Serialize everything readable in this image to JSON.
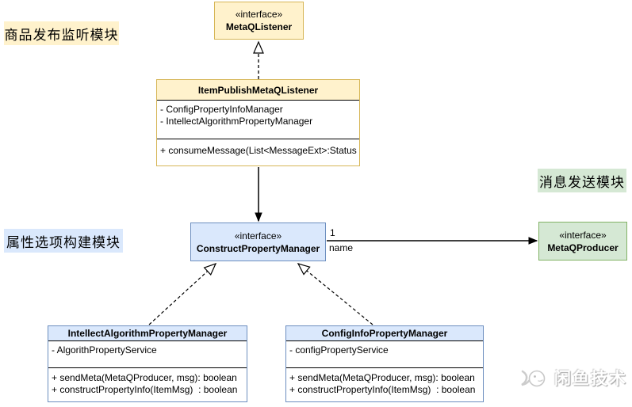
{
  "module_labels": {
    "publish_listener": "商品发布监听模块",
    "property_construct": "属性选项构建模块",
    "message_send": "消息发送模块"
  },
  "classes": {
    "metaq_listener": {
      "stereotype": "«interface»",
      "name": "MetaQListener"
    },
    "item_publish_metaq_listener": {
      "name": "ItemPublishMetaQListener",
      "attributes": [
        "- ConfigPropertyInfoManager",
        "- IntellectAlgorithmPropertyManager"
      ],
      "methods": [
        "+ consumeMessage(List<MessageExt>:Status"
      ]
    },
    "construct_property_manager": {
      "stereotype": "«interface»",
      "name": "ConstructPropertyManager"
    },
    "metaq_producer": {
      "stereotype": "«interface»",
      "name": "MetaQProducer"
    },
    "intellect_algorithm_property_manager": {
      "name": "IntellectAlgorithmPropertyManager",
      "attributes": [
        "- AlgorithPropertyService"
      ],
      "methods": [
        "+ sendMeta(MetaQProducer, msg): boolean",
        "+ constructPropertyInfo(ItemMsg)  : boolean"
      ]
    },
    "config_info_property_manager": {
      "name": "ConfigInfoPropertyManager",
      "attributes": [
        "- configPropertyService"
      ],
      "methods": [
        "+ sendMeta(MetaQProducer, msg): boolean",
        "+ constructPropertyInfo(ItemMsg)  : boolean"
      ]
    }
  },
  "edges": {
    "producer_association": {
      "multiplicity": "1",
      "role": "name"
    }
  },
  "watermark": {
    "text": "闲鱼技术"
  },
  "colors": {
    "yellow_fill": "#FFF2CC",
    "yellow_border": "#D6B656",
    "blue_fill": "#DAE8FC",
    "blue_border": "#6C8EBF",
    "green_fill": "#D5E8D4",
    "green_border": "#82B366",
    "line": "#000000",
    "background": "#FFFFFF",
    "watermark_text": "#FFFFFF"
  }
}
